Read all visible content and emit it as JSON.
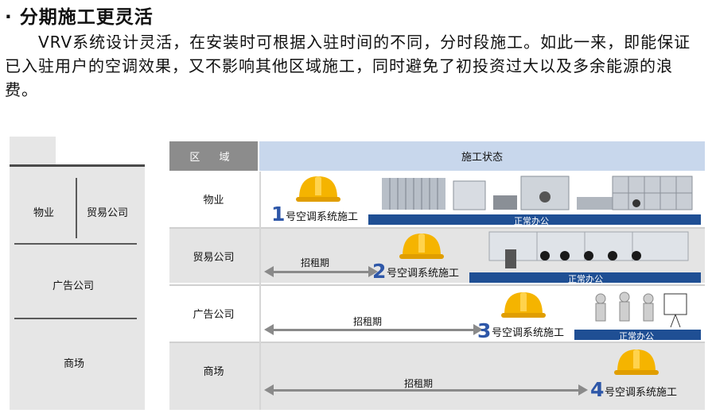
{
  "header": {
    "title": "· 分期施工更灵活",
    "paragraph": "VRV系统设计灵活，在安装时可根据入驻时间的不同，分时段施工。如此一来，即能保证已入驻用户的空调效果，又不影响其他区域施工，同时避免了初投资过大以及多余能源的浪费。"
  },
  "building": {
    "floors": [
      "物业",
      "贸易公司",
      "广告公司",
      "商场"
    ]
  },
  "table": {
    "col_area": "区 域",
    "col_status": "施工状态",
    "rows": [
      {
        "area": "物业",
        "step_num": "1",
        "step_text": "号空调系统施工",
        "bar": "正常办公",
        "rent": ""
      },
      {
        "area": "贸易公司",
        "step_num": "2",
        "step_text": "号空调系统施工",
        "bar": "正常办公",
        "rent": "招租期"
      },
      {
        "area": "广告公司",
        "step_num": "3",
        "step_text": "号空调系统施工",
        "bar": "正常办公",
        "rent": "招租期"
      },
      {
        "area": "商场",
        "step_num": "4",
        "step_text": "号空调系统施工",
        "bar": "",
        "rent": "招租期"
      }
    ]
  },
  "colors": {
    "bar": "#1f4f94",
    "header_gray": "#8c8c8c",
    "header_blue": "#c8d7ec",
    "row_gray": "#e4e4e4",
    "hat": "#f5b400",
    "number": "#2e57a8"
  }
}
